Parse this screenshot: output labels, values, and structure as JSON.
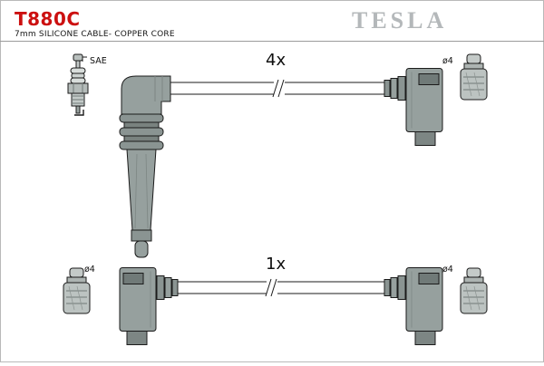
{
  "header": {
    "part_number": "T880C",
    "subtitle": "7mm SILICONE CABLE- COPPER CORE",
    "brand": "TESLA"
  },
  "diagram": {
    "top_assembly": {
      "quantity": "4x",
      "plug_standard_label": "SAE",
      "terminal_diameter_right": "ø4"
    },
    "bottom_assembly": {
      "quantity": "1x",
      "terminal_diameter_left": "ø4",
      "terminal_diameter_right": "ø4"
    }
  },
  "colors": {
    "accent_red": "#cc1010",
    "brand_grey": "#b4b8ba",
    "boot_grey": "#96a09e",
    "outline": "#1b1b1b"
  }
}
